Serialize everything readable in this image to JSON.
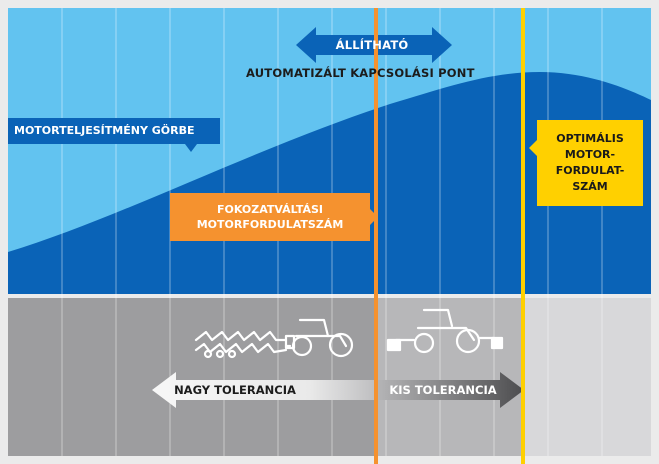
{
  "labels": {
    "adjustable": "ÁLLÍTHATÓ",
    "auto_shift_point": "AUTOMATIZÁLT KAPCSOLÁSI PONT",
    "engine_power_curve": "MOTORTELJESÍTMÉNY GÖRBE",
    "shift_engine_speed": [
      "FOKOZATVÁLTÁSI",
      "MOTORFORDULATSZÁM"
    ],
    "optimal_engine_speed": [
      "OPTIMÁLIS",
      "MOTOR-",
      "FORDULAT-",
      "SZÁM"
    ],
    "large_tolerance": "NAGY TOLERANCIA",
    "small_tolerance": "KIS TOLERANCIA"
  },
  "colors": {
    "sky": "#62c3f0",
    "curve_fill": "#0a63b7",
    "ground_left": "#9d9d9f",
    "ground_right": "#d6d6d8",
    "shift_line": "#f5922f",
    "optimal_line": "#ffd000",
    "adjustable_arrow": "#0a63b7",
    "tolerance_arrow_light": "#f2f2f2",
    "tolerance_arrow_dark": "#5f5f61"
  },
  "icons": [
    "tractor-with-plough-icon",
    "tractor-with-mower-icon"
  ]
}
